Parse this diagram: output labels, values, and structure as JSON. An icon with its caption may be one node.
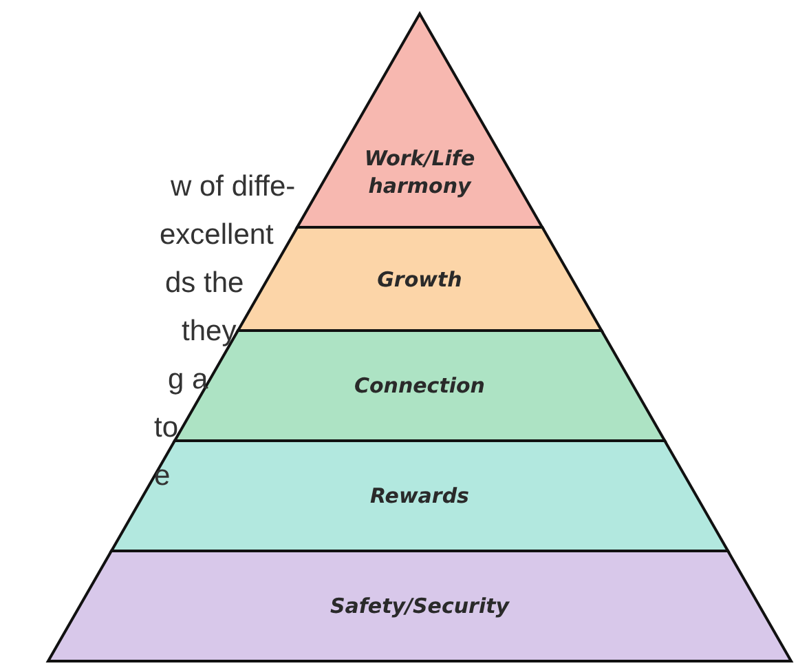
{
  "diagram": {
    "nodes": [
      {
        "text": [
          "Work/Life harmony"
        ]
      },
      {
        "text": [
          "Growth"
        ]
      },
      {
        "text": [
          "Connection"
        ]
      },
      {
        "text": [
          "Rewards"
        ]
      },
      {
        "text": [
          "Safety/Security"
        ]
      }
    ],
    "labels": [
      "w of diffe-",
      "excellent",
      "ds the",
      "they",
      "g a",
      "to",
      "e"
    ]
  }
}
